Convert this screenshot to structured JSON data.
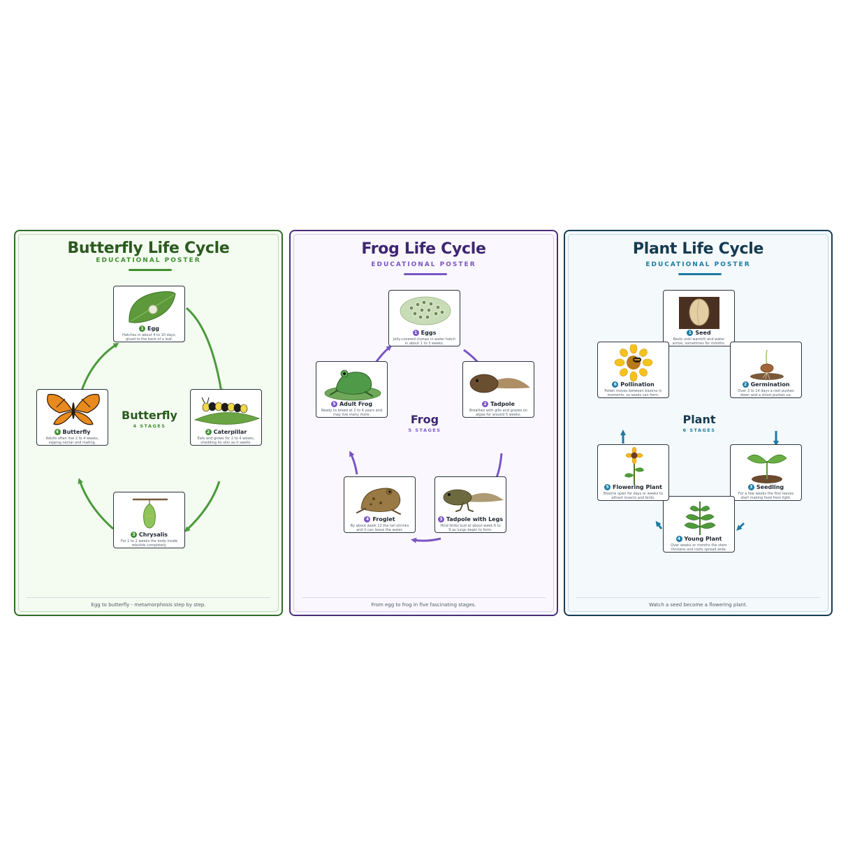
{
  "posters": [
    {
      "title": "Butterfly Life Cycle",
      "subtitle": "EDUCATIONAL POSTER",
      "center_name": "Butterfly",
      "center_stages": "4 STAGES",
      "footer": "Egg to butterfly - metamorphosis step by step.",
      "accent": "#3f8f2f",
      "stages": [
        {
          "num": "1",
          "name": "Egg",
          "desc": "Hatches in about 4 to 10 days, glued to the back of a leaf."
        },
        {
          "num": "2",
          "name": "Caterpillar",
          "desc": "Eats and grows for 2 to 4 weeks, shedding its skin as it swells."
        },
        {
          "num": "3",
          "name": "Chrysalis",
          "desc": "For 1 to 2 weeks the body inside rebuilds completely."
        },
        {
          "num": "4",
          "name": "Butterfly",
          "desc": "Adults often live 2 to 4 weeks, sipping nectar and mating."
        }
      ]
    },
    {
      "title": "Frog Life Cycle",
      "subtitle": "EDUCATIONAL POSTER",
      "center_name": "Frog",
      "center_stages": "5 STAGES",
      "footer": "From egg to frog in five fascinating stages.",
      "accent": "#7a55c4",
      "stages": [
        {
          "num": "1",
          "name": "Eggs",
          "desc": "Jelly-covered clumps in water hatch in about 1 to 3 weeks."
        },
        {
          "num": "2",
          "name": "Tadpole",
          "desc": "Breathes with gills and grazes on algae for around 5 weeks."
        },
        {
          "num": "3",
          "name": "Tadpole with Legs",
          "desc": "Hind limbs bud at about week 6 to 9 as lungs begin to form."
        },
        {
          "num": "4",
          "name": "Froglet",
          "desc": "By about week 12 the tail shrinks and it can leave the water."
        },
        {
          "num": "5",
          "name": "Adult Frog",
          "desc": "Ready to breed at 2 to 4 years and may live many more."
        }
      ]
    },
    {
      "title": "Plant Life Cycle",
      "subtitle": "EDUCATIONAL POSTER",
      "center_name": "Plant",
      "center_stages": "6 STAGES",
      "footer": "Watch a seed become a flowering plant.",
      "accent": "#1d7aa3",
      "stages": [
        {
          "num": "1",
          "name": "Seed",
          "desc": "Rests until warmth and water arrive, sometimes for months."
        },
        {
          "num": "2",
          "name": "Germination",
          "desc": "Over 3 to 14 days a root pushes down and a shoot pushes up."
        },
        {
          "num": "3",
          "name": "Seedling",
          "desc": "For a few weeks the first leaves start making food from light."
        },
        {
          "num": "4",
          "name": "Young Plant",
          "desc": "Over weeks or months the stem thickens and roots spread wide."
        },
        {
          "num": "5",
          "name": "Flowering Plant",
          "desc": "Blooms open for days or weeks to attract insects and birds."
        },
        {
          "num": "6",
          "name": "Pollination",
          "desc": "Pollen moves between blooms in moments, so seeds can form."
        }
      ]
    }
  ]
}
